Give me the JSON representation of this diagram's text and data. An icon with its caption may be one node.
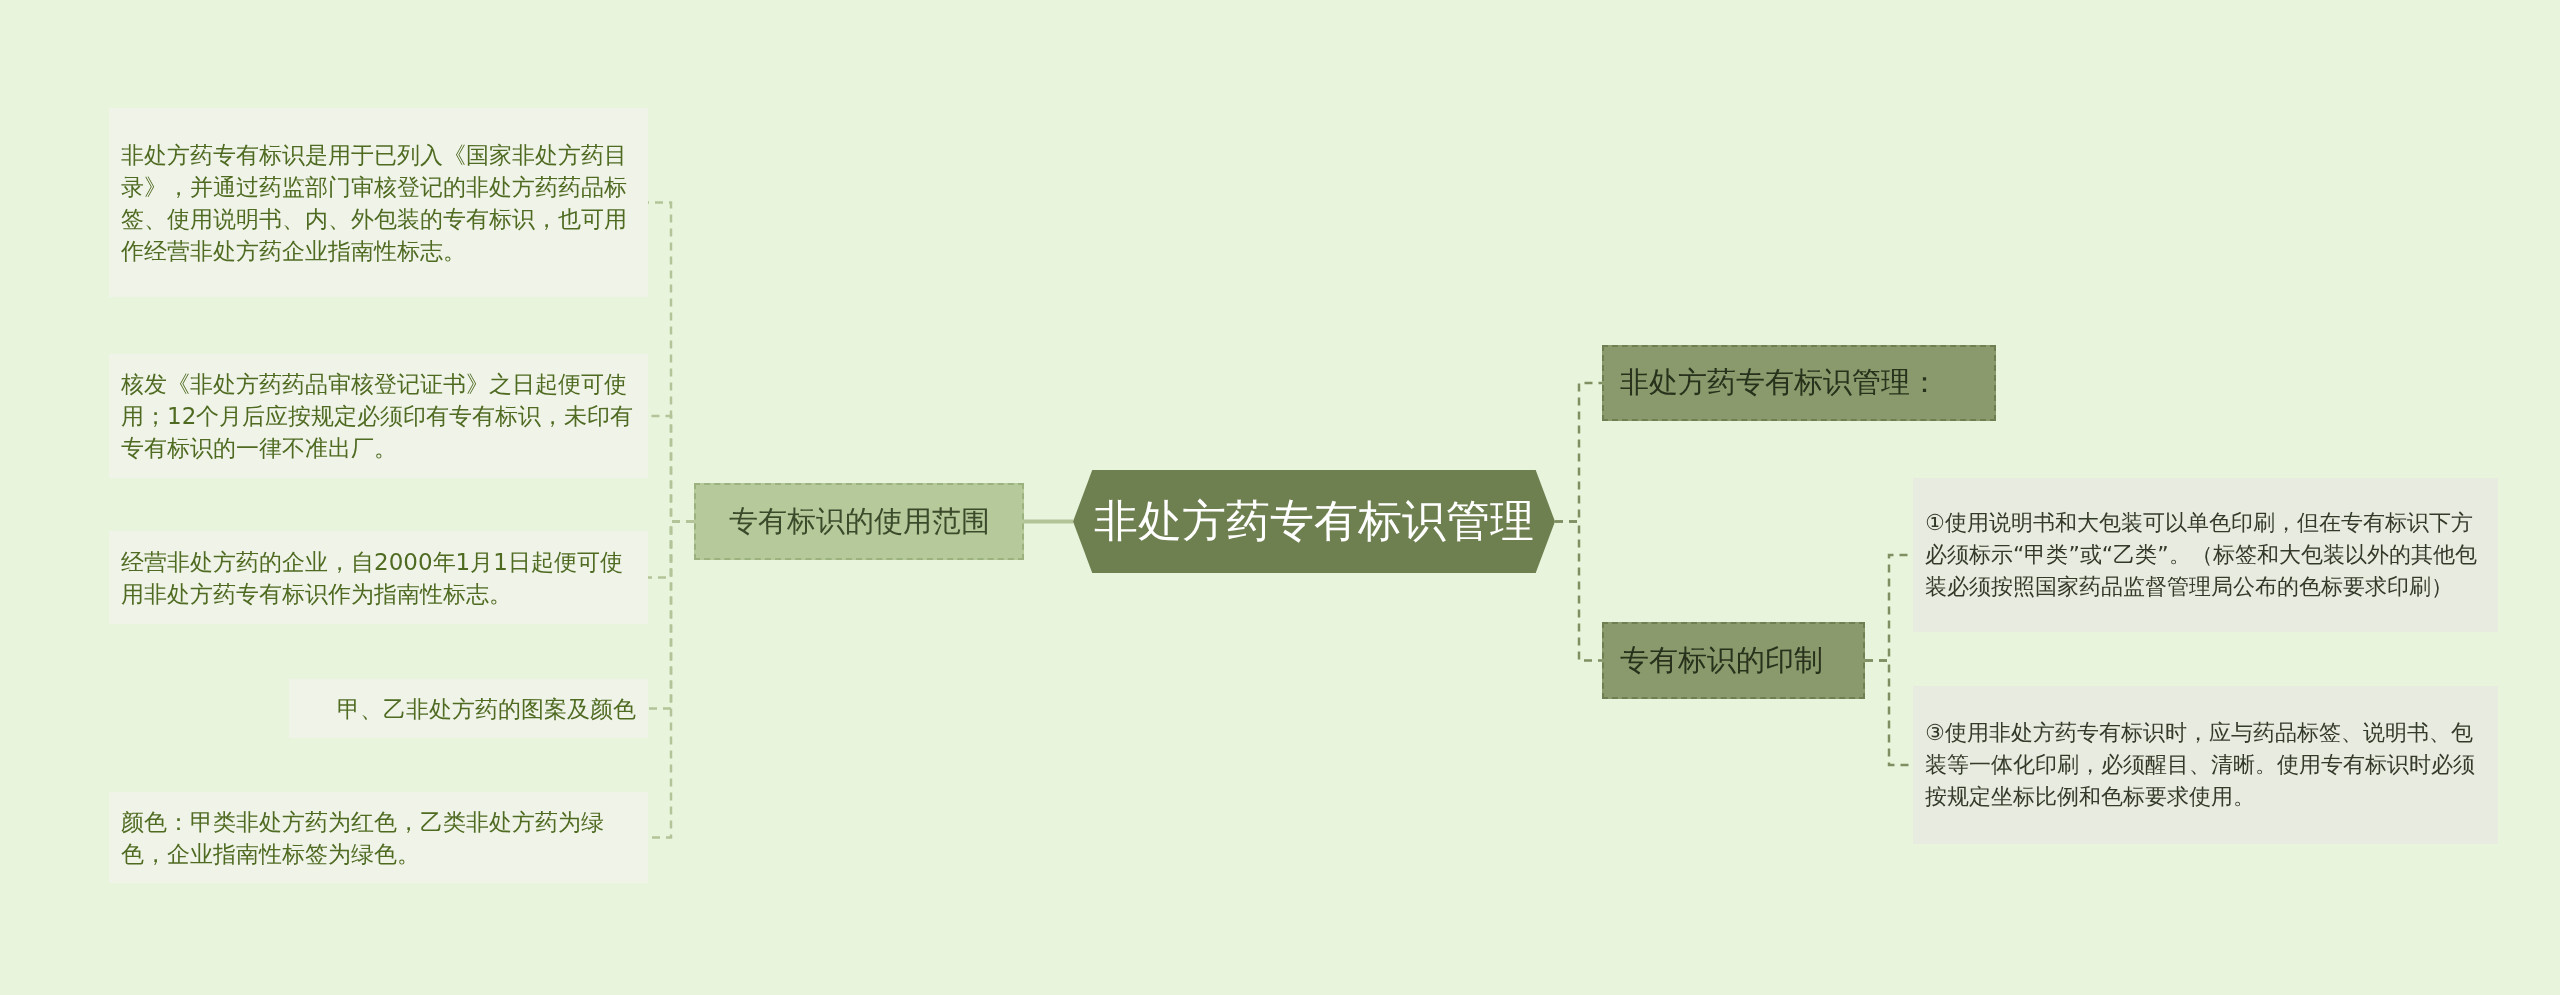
{
  "diagram": {
    "nodes": [
      {
        "text": [
          "非处方药专有标识管理"
        ]
      },
      {
        "text": [
          "专有标识的使用范围"
        ]
      },
      {
        "text": [
          "非处方药专有标识是用于已列入《国家非处方药目录》，并通过药监部门审核登记的非处方药药品标签、使用说明书、内、外包装的专有标识，也可用作经营非处方药企业指南性标志。"
        ]
      },
      {
        "text": [
          "核发《非处方药药品审核登记证书》之日起便可使用；12个月后应按规定必须印有专有标识，未印有专有标识的一律不准出厂。"
        ]
      },
      {
        "text": [
          "经营非处方药的企业，自2000年1月1日起便可使用非处方药专有标识作为指南性标志。"
        ]
      },
      {
        "text": [
          "甲、乙非处方药的图案及颜色"
        ]
      },
      {
        "text": [
          "颜色：甲类非处方药为红色，乙类非处方药为绿色，企业指南性标签为绿色。"
        ]
      },
      {
        "text": [
          "非处方药专有标识管理："
        ]
      },
      {
        "text": [
          "专有标识的印制"
        ]
      },
      {
        "text": [
          "①使用说明书和大包装可以单色印刷，但在专有标识下方必须标示“甲类”或“乙类”。（标签和大包装以外的其他包装必须按照国家药品监督管理局公布的色标要求印刷）"
        ]
      },
      {
        "text": [
          "③使用非处方药专有标识时，应与药品标签、说明书、包装等一体化印刷，必须醒目、清晰。使用专有标识时必须按规定坐标比例和色标要求使用。"
        ]
      }
    ],
    "edges": [
      {
        "from": 0,
        "to": 1,
        "arrow": "none"
      },
      {
        "from": 1,
        "to": 2,
        "arrow": "none",
        "style": "dashed"
      },
      {
        "from": 1,
        "to": 3,
        "arrow": "none",
        "style": "dashed"
      },
      {
        "from": 1,
        "to": 4,
        "arrow": "none",
        "style": "dashed"
      },
      {
        "from": 1,
        "to": 5,
        "arrow": "none",
        "style": "dashed"
      },
      {
        "from": 1,
        "to": 6,
        "arrow": "none",
        "style": "dashed"
      },
      {
        "from": 0,
        "to": 7,
        "arrow": "none",
        "style": "dashed",
        "color": "#7f8f62"
      },
      {
        "from": 0,
        "to": 8,
        "arrow": "none",
        "style": "dashed",
        "color": "#7f8f62"
      },
      {
        "from": 8,
        "to": 9,
        "arrow": "none",
        "style": "dashed",
        "color": "#7f8f62"
      },
      {
        "from": 8,
        "to": 10,
        "arrow": "none",
        "style": "dashed",
        "color": "#7f8f62"
      }
    ]
  }
}
